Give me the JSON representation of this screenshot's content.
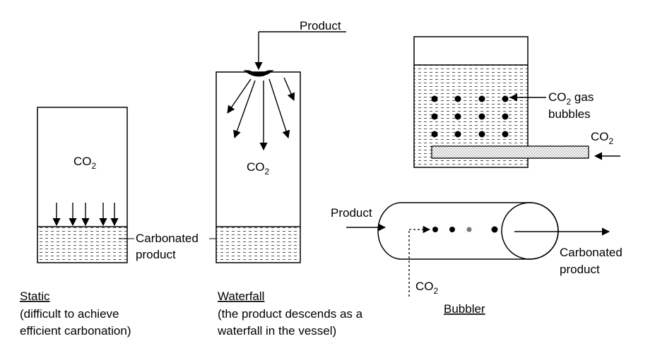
{
  "static": {
    "gas_label": "CO",
    "gas_sub": "2",
    "title": "Static",
    "desc_line1": "(difficult to achieve",
    "desc_line2": "efficient carbonation)"
  },
  "carbonated_label": {
    "line1": "Carbonated",
    "line2": "product"
  },
  "waterfall": {
    "product_label": "Product",
    "gas_label": "CO",
    "gas_sub": "2",
    "title": "Waterfall",
    "desc_line1": "(the product descends as a",
    "desc_line2": "waterfall in the vessel)"
  },
  "sparger": {
    "bubbles_line1_prefix": "CO",
    "bubbles_line1_sub": "2",
    "bubbles_line1_suffix": " gas",
    "bubbles_line2": "bubbles",
    "inlet_label": "CO",
    "inlet_sub": "2"
  },
  "bubbler": {
    "product_label": "Product",
    "out_line1": "Carbonated",
    "out_line2": "product",
    "gas_label": "CO",
    "gas_sub": "2",
    "title": "Bubbler"
  }
}
